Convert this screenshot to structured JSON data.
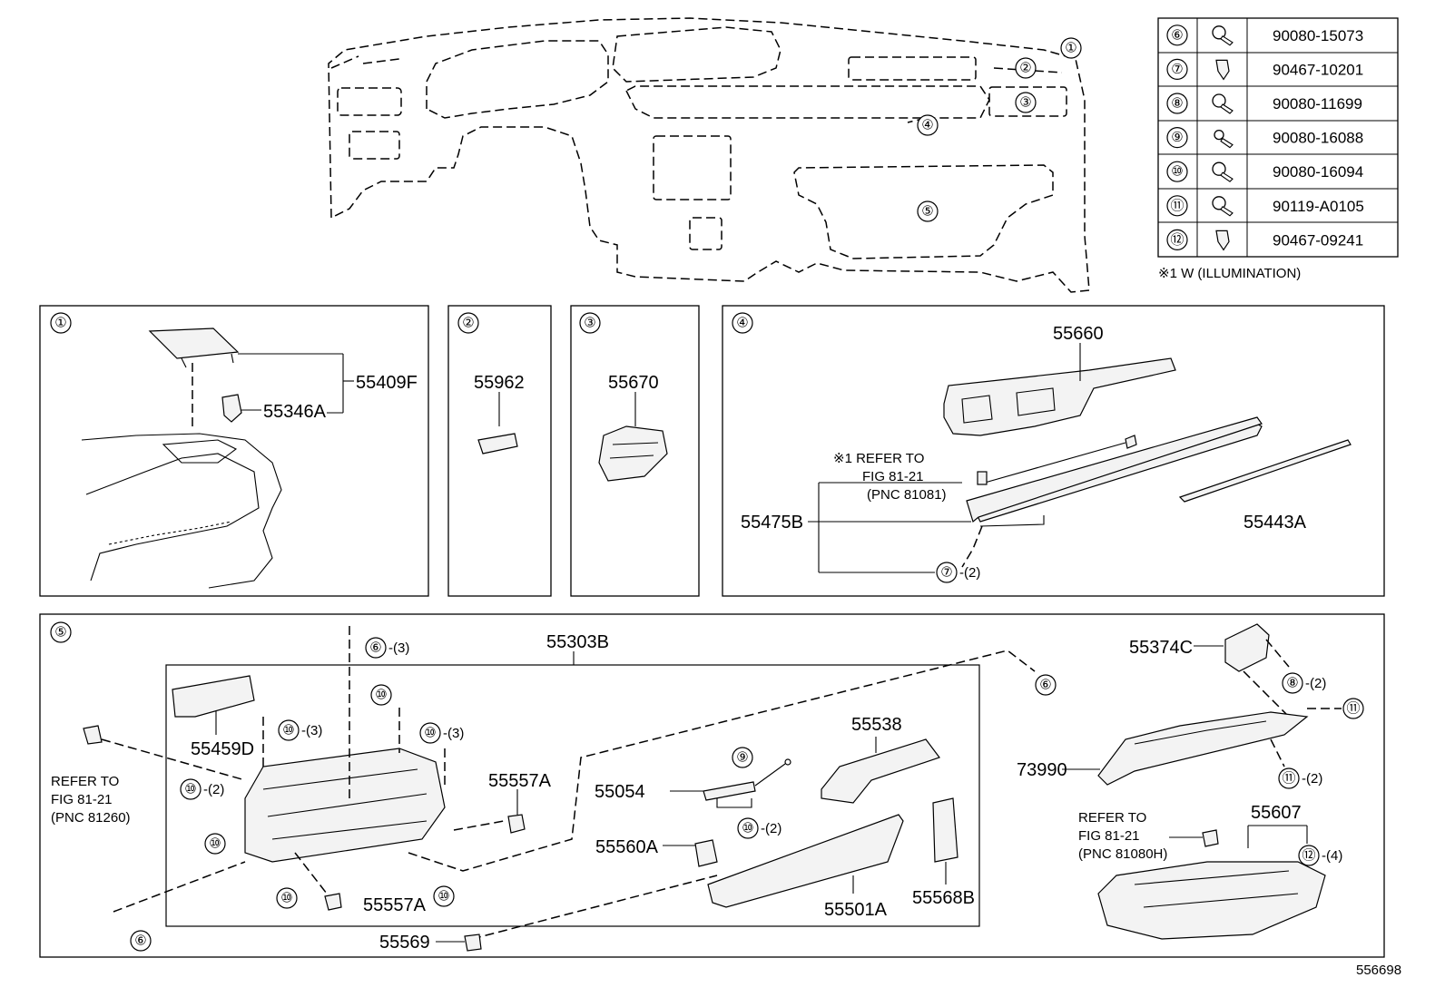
{
  "diagram_id": "556698",
  "callouts": {
    "c1": "①",
    "c2": "②",
    "c3": "③",
    "c4": "④",
    "c5": "⑤",
    "c6": "⑥",
    "c7": "⑦",
    "c8": "⑧",
    "c9": "⑨",
    "c10": "⑩",
    "c11": "⑪",
    "c12": "⑫"
  },
  "fastener_table": {
    "rows": [
      {
        "callout": "⑥",
        "part_no": "90080-15073",
        "icon": "bolt-icon"
      },
      {
        "callout": "⑦",
        "part_no": "90467-10201",
        "icon": "clip-icon"
      },
      {
        "callout": "⑧",
        "part_no": "90080-11699",
        "icon": "bolt-icon"
      },
      {
        "callout": "⑨",
        "part_no": "90080-16088",
        "icon": "screw-icon"
      },
      {
        "callout": "⑩",
        "part_no": "90080-16094",
        "icon": "bolt-icon"
      },
      {
        "callout": "⑪",
        "part_no": "90119-A0105",
        "icon": "bolt-icon"
      },
      {
        "callout": "⑫",
        "part_no": "90467-09241",
        "icon": "clip-icon"
      }
    ],
    "note": "※1 W (ILLUMINATION)"
  },
  "panel1": {
    "parts": [
      "55409F",
      "55346A"
    ]
  },
  "panel2": {
    "parts": [
      "55962"
    ]
  },
  "panel3": {
    "parts": [
      "55670"
    ]
  },
  "panel4": {
    "parts": [
      "55660",
      "55475B",
      "55443A"
    ],
    "refer_line1": "※1 REFER TO",
    "refer_line2": "FIG 81-21",
    "refer_line3": "(PNC 81081)",
    "qty_7": "-(2)"
  },
  "panel5": {
    "parts": [
      "55303B",
      "55459D",
      "55557A",
      "55557A",
      "55054",
      "55538",
      "55560A",
      "55501A",
      "55568B",
      "55569",
      "55374C",
      "73990",
      "55607"
    ],
    "refer_left": [
      "REFER TO",
      "FIG 81-21",
      "(PNC 81260)"
    ],
    "refer_right": [
      "REFER TO",
      "FIG 81-21",
      "(PNC 81080H)"
    ],
    "qty": {
      "q6_3": "-(3)",
      "q10_3a": "-(3)",
      "q10_3b": "-(3)",
      "q10_2": "-(2)",
      "q10_2b": "-(2)",
      "q8_2": "-(2)",
      "q11_2": "-(2)",
      "q12_4": "-(4)"
    }
  }
}
